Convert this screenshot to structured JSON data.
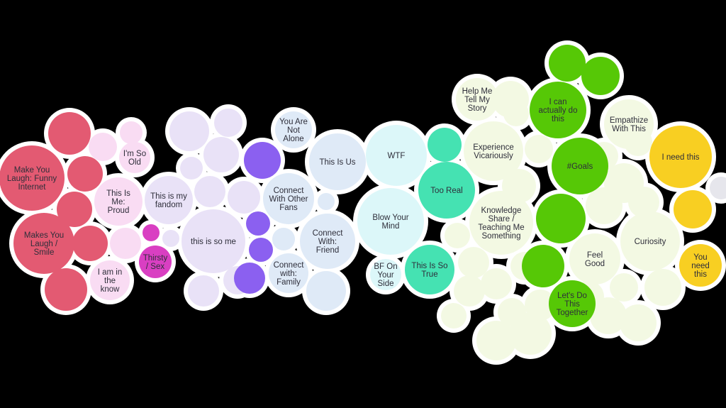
{
  "colors": {
    "background": "#000000",
    "outline": "#ffffff",
    "red": "#e35a72",
    "pink": "#f9dcf3",
    "magenta": "#d93fc2",
    "lavender": "#e9e2f7",
    "purple": "#8b60f0",
    "lightblue": "#dfeaf7",
    "cyanlight": "#dcf7f9",
    "teal": "#45e2b2",
    "cream": "#f3f9e3",
    "green": "#56c806",
    "yellow": "#f8cf22",
    "gray": "#e6e6ec"
  },
  "bubbles": [
    {
      "group": "red",
      "lines": [
        "Make You",
        "Laugh: Funny",
        "Internet"
      ]
    },
    {
      "group": "red",
      "lines": [
        "Makes You",
        "Laugh /",
        "Smile"
      ]
    },
    {
      "group": "pink",
      "lines": [
        "I'm So",
        "Old"
      ]
    },
    {
      "group": "pink",
      "lines": [
        "This Is",
        "Me:",
        "Proud"
      ]
    },
    {
      "group": "pink",
      "lines": [
        "I am in",
        "the",
        "know"
      ]
    },
    {
      "group": "magenta",
      "lines": [
        "Thirsty",
        "/ Sex"
      ]
    },
    {
      "group": "lavender",
      "lines": [
        "This is my",
        "fandom"
      ]
    },
    {
      "group": "lavender",
      "lines": [
        "this is so me"
      ]
    },
    {
      "group": "lightblue",
      "lines": [
        "You Are",
        "Not",
        "Alone"
      ]
    },
    {
      "group": "lightblue",
      "lines": [
        "This Is Us"
      ]
    },
    {
      "group": "lightblue",
      "lines": [
        "Connect",
        "With Other",
        "Fans"
      ]
    },
    {
      "group": "lightblue",
      "lines": [
        "Connect",
        "With:",
        "Friend"
      ]
    },
    {
      "group": "lightblue",
      "lines": [
        "Connect",
        "with:",
        "Family"
      ]
    },
    {
      "group": "cyanlight",
      "lines": [
        "WTF"
      ]
    },
    {
      "group": "cyanlight",
      "lines": [
        "Blow Your",
        "Mind"
      ]
    },
    {
      "group": "cyanlight",
      "lines": [
        "BF On",
        "Your",
        "Side"
      ]
    },
    {
      "group": "teal",
      "lines": [
        "Too Real"
      ]
    },
    {
      "group": "teal",
      "lines": [
        "This Is So",
        "True"
      ]
    },
    {
      "group": "cream",
      "lines": [
        "Help Me",
        "Tell My",
        "Story"
      ]
    },
    {
      "group": "cream",
      "lines": [
        "Experience",
        "Vicariously"
      ]
    },
    {
      "group": "cream",
      "lines": [
        "Knowledge",
        "Share /",
        "Teaching Me",
        "Something"
      ]
    },
    {
      "group": "cream",
      "lines": [
        "Empathize",
        "With This"
      ]
    },
    {
      "group": "cream",
      "lines": [
        "Feel",
        "Good"
      ]
    },
    {
      "group": "cream",
      "lines": [
        "Curiosity"
      ]
    },
    {
      "group": "green",
      "lines": [
        "I can",
        "actually do",
        "this"
      ]
    },
    {
      "group": "green",
      "lines": [
        "#Goals"
      ]
    },
    {
      "group": "green",
      "lines": [
        "Let's Do",
        "This",
        "Together"
      ]
    },
    {
      "group": "yellow",
      "lines": [
        "I need this"
      ]
    },
    {
      "group": "yellow",
      "lines": [
        "You",
        "need",
        "this"
      ]
    }
  ]
}
